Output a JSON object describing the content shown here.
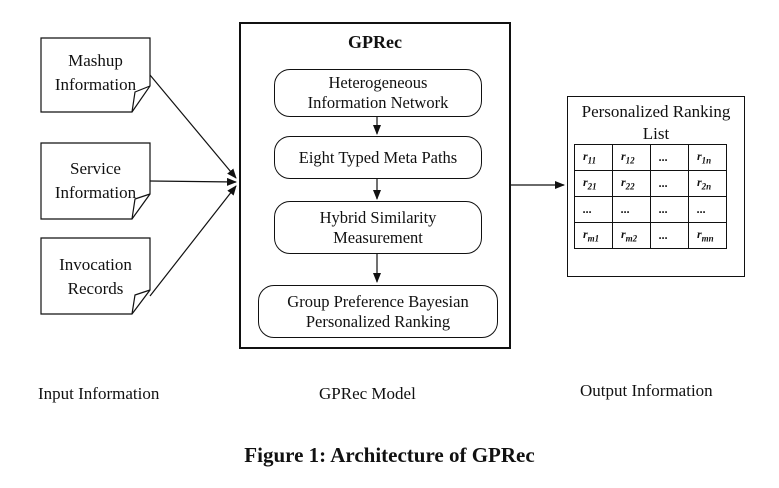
{
  "inputs": [
    {
      "line1": "Mashup",
      "line2": "Information"
    },
    {
      "line1": "Service",
      "line2": "Information"
    },
    {
      "line1": "Invocation",
      "line2": "Records"
    }
  ],
  "model": {
    "title": "GPRec",
    "stages": [
      {
        "line1": "Heterogeneous",
        "line2": "Information Network"
      },
      {
        "line1": "Eight Typed Meta Paths",
        "line2": ""
      },
      {
        "line1": "Hybrid Similarity",
        "line2": "Measurement"
      },
      {
        "line1": "Group Preference Bayesian",
        "line2": "Personalized Ranking"
      }
    ]
  },
  "output": {
    "title_line1": "Personalized Ranking",
    "title_line2": "List",
    "rows": [
      [
        "r11",
        "r12",
        "...",
        "r1n"
      ],
      [
        "r21",
        "r22",
        "...",
        "r2n"
      ],
      [
        "...",
        "...",
        "...",
        "..."
      ],
      [
        "rm1",
        "rm2",
        "...",
        "rmn"
      ]
    ]
  },
  "labels": {
    "input": "Input Information",
    "model": "GPRec Model",
    "output": "Output Information"
  },
  "caption": "Figure 1: Architecture of GPRec"
}
